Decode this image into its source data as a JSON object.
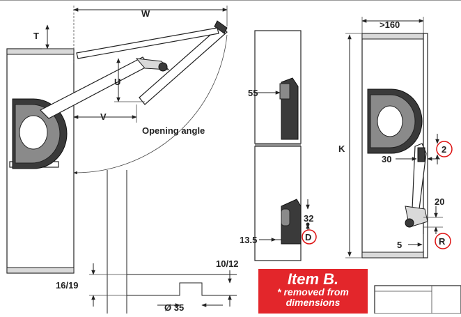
{
  "labels": {
    "w": "W",
    "t": "T",
    "u": "U",
    "v": "V",
    "opening_angle": "Opening angle",
    "gt160": ">160",
    "k": "K",
    "d55": "55",
    "d2": "2",
    "d30": "30",
    "d32": "32",
    "d13_5": "13.5",
    "d_letter": "D",
    "d20": "20",
    "d5": "5",
    "r_letter": "R",
    "d10_12": "10/12",
    "d16_19": "16/19",
    "dia35": "Ø 35"
  },
  "badge": {
    "title": "Item B.",
    "line1": "* removed from",
    "line2": "dimensions"
  },
  "colors": {
    "badge": "#e3262b",
    "highlight_circle": "#d11111",
    "line": "#222222"
  }
}
